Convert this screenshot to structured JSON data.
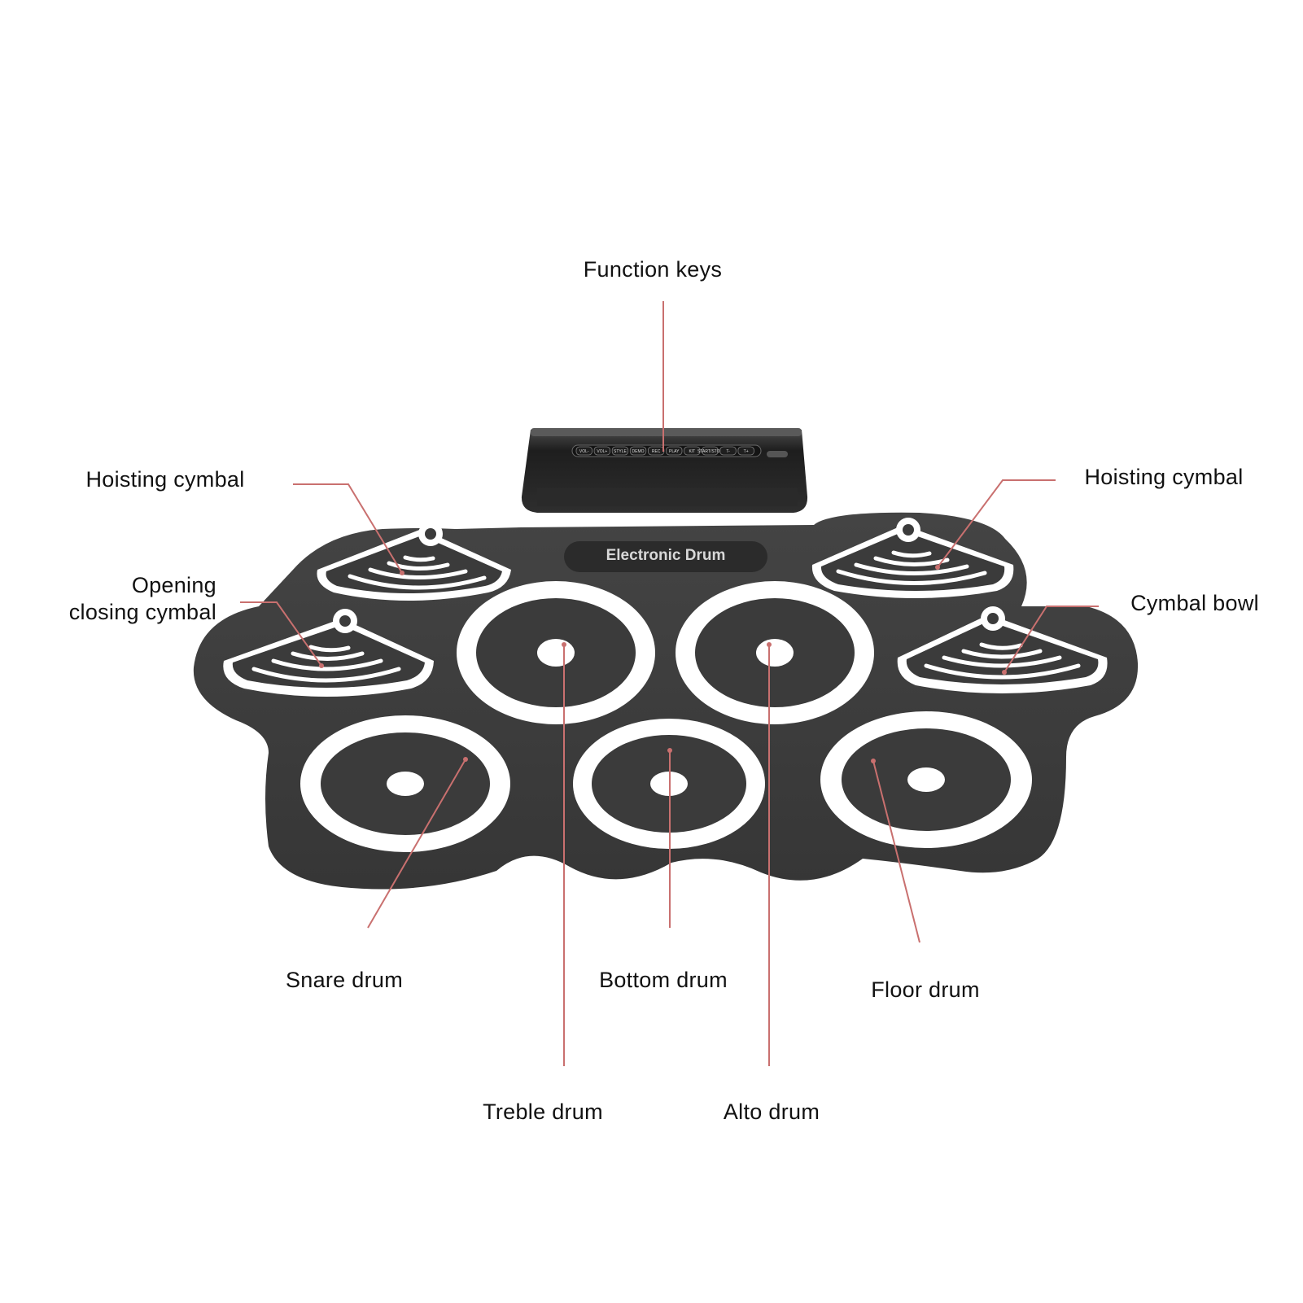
{
  "product": {
    "brand_label": "Electronic Drum",
    "function_key_labels": [
      "VOL-",
      "VOL+",
      "STYLE",
      "DEMO",
      "REC",
      "PLAY",
      "KIT",
      "START/STOP",
      "T-",
      "T+"
    ],
    "colors": {
      "mat": "#3b3b3b",
      "pad_ring": "#ffffff",
      "leader": "#c9706f",
      "panel": "#2a2a2a"
    }
  },
  "labels": {
    "function_keys": "Function keys",
    "hoisting_cymbal_left": "Hoisting cymbal",
    "hoisting_cymbal_right": "Hoisting cymbal",
    "opening_closing_cymbal_line1": "Opening",
    "opening_closing_cymbal_line2": "closing cymbal",
    "cymbal_bowl": "Cymbal bowl",
    "snare_drum": "Snare drum",
    "bottom_drum": "Bottom drum",
    "floor_drum": "Floor drum",
    "treble_drum": "Treble drum",
    "alto_drum": "Alto drum"
  }
}
